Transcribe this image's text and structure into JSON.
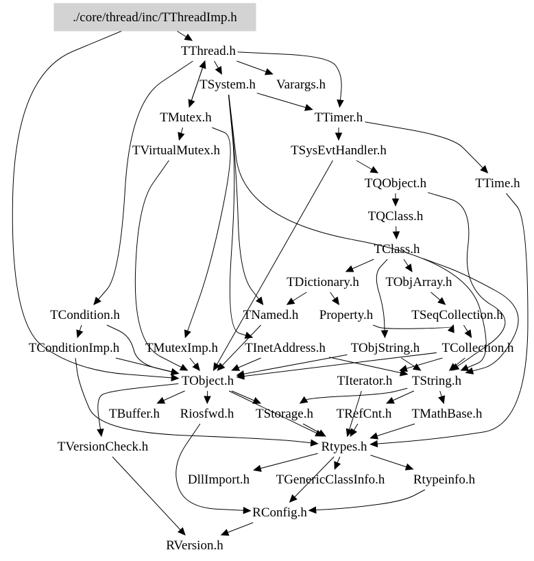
{
  "diagram": {
    "type": "include-dependency-graph",
    "colors": {
      "root_fill": "#d3d3d3",
      "edge": "#000000",
      "text": "#000000",
      "background": "#ffffff"
    },
    "root": "./core/thread/inc/TThreadImp.h",
    "nodes": [
      {
        "id": "root",
        "label": "./core/thread/inc/TThreadImp.h"
      },
      {
        "id": "TThread",
        "label": "TThread.h"
      },
      {
        "id": "TSystem",
        "label": "TSystem.h"
      },
      {
        "id": "Varargs",
        "label": "Varargs.h"
      },
      {
        "id": "TMutex",
        "label": "TMutex.h"
      },
      {
        "id": "TTimer",
        "label": "TTimer.h"
      },
      {
        "id": "TVirtualMutex",
        "label": "TVirtualMutex.h"
      },
      {
        "id": "TSysEvtHandler",
        "label": "TSysEvtHandler.h"
      },
      {
        "id": "TQObject",
        "label": "TQObject.h"
      },
      {
        "id": "TTime",
        "label": "TTime.h"
      },
      {
        "id": "TQClass",
        "label": "TQClass.h"
      },
      {
        "id": "TClass",
        "label": "TClass.h"
      },
      {
        "id": "TDictionary",
        "label": "TDictionary.h"
      },
      {
        "id": "TObjArray",
        "label": "TObjArray.h"
      },
      {
        "id": "TCondition",
        "label": "TCondition.h"
      },
      {
        "id": "TNamed",
        "label": "TNamed.h"
      },
      {
        "id": "Property",
        "label": "Property.h"
      },
      {
        "id": "TSeqCollection",
        "label": "TSeqCollection.h"
      },
      {
        "id": "TConditionImp",
        "label": "TConditionImp.h"
      },
      {
        "id": "TMutexImp",
        "label": "TMutexImp.h"
      },
      {
        "id": "TInetAddress",
        "label": "TInetAddress.h"
      },
      {
        "id": "TObjString",
        "label": "TObjString.h"
      },
      {
        "id": "TCollection",
        "label": "TCollection.h"
      },
      {
        "id": "TObject",
        "label": "TObject.h"
      },
      {
        "id": "TIterator",
        "label": "TIterator.h"
      },
      {
        "id": "TString",
        "label": "TString.h"
      },
      {
        "id": "TBuffer",
        "label": "TBuffer.h"
      },
      {
        "id": "Riosfwd",
        "label": "Riosfwd.h"
      },
      {
        "id": "TStorage",
        "label": "TStorage.h"
      },
      {
        "id": "TRefCnt",
        "label": "TRefCnt.h"
      },
      {
        "id": "TMathBase",
        "label": "TMathBase.h"
      },
      {
        "id": "TVersionCheck",
        "label": "TVersionCheck.h"
      },
      {
        "id": "Rtypes",
        "label": "Rtypes.h"
      },
      {
        "id": "DllImport",
        "label": "DllImport.h"
      },
      {
        "id": "TGenericClassInfo",
        "label": "TGenericClassInfo.h"
      },
      {
        "id": "Rtypeinfo",
        "label": "Rtypeinfo.h"
      },
      {
        "id": "RConfig",
        "label": "RConfig.h"
      },
      {
        "id": "RVersion",
        "label": "RVersion.h"
      }
    ],
    "edges": [
      {
        "from": "root",
        "to": "TThread"
      },
      {
        "from": "root",
        "to": "TObject"
      },
      {
        "from": "TThread",
        "to": "TSystem"
      },
      {
        "from": "TThread",
        "to": "Varargs"
      },
      {
        "from": "TThread",
        "to": "TTimer"
      },
      {
        "from": "TThread",
        "to": "TMutex"
      },
      {
        "from": "TThread",
        "to": "TCondition"
      },
      {
        "from": "TMutex",
        "to": "TThread"
      },
      {
        "from": "TMutex",
        "to": "TVirtualMutex"
      },
      {
        "from": "TMutex",
        "to": "TMutexImp"
      },
      {
        "from": "TSystem",
        "to": "TTimer"
      },
      {
        "from": "TSystem",
        "to": "TInetAddress"
      },
      {
        "from": "TSystem",
        "to": "TNamed"
      },
      {
        "from": "TSystem",
        "to": "TString"
      },
      {
        "from": "TTimer",
        "to": "TSysEvtHandler"
      },
      {
        "from": "TTimer",
        "to": "TTime"
      },
      {
        "from": "TSysEvtHandler",
        "to": "TQObject"
      },
      {
        "from": "TSysEvtHandler",
        "to": "TObject"
      },
      {
        "from": "TQObject",
        "to": "TQClass"
      },
      {
        "from": "TQObject",
        "to": "TString"
      },
      {
        "from": "TQClass",
        "to": "TClass"
      },
      {
        "from": "TClass",
        "to": "TDictionary"
      },
      {
        "from": "TClass",
        "to": "TObjArray"
      },
      {
        "from": "TClass",
        "to": "TObjString"
      },
      {
        "from": "TClass",
        "to": "TString"
      },
      {
        "from": "TDictionary",
        "to": "TNamed"
      },
      {
        "from": "TDictionary",
        "to": "Property"
      },
      {
        "from": "TObjArray",
        "to": "TSeqCollection"
      },
      {
        "from": "TVirtualMutex",
        "to": "TObject"
      },
      {
        "from": "TCondition",
        "to": "TConditionImp"
      },
      {
        "from": "TCondition",
        "to": "TObject"
      },
      {
        "from": "TConditionImp",
        "to": "TObject"
      },
      {
        "from": "TConditionImp",
        "to": "Rtypes"
      },
      {
        "from": "TMutexImp",
        "to": "TObject"
      },
      {
        "from": "TInetAddress",
        "to": "TObject"
      },
      {
        "from": "TInetAddress",
        "to": "TString"
      },
      {
        "from": "TNamed",
        "to": "TObject"
      },
      {
        "from": "Property",
        "to": "TSeqCollection"
      },
      {
        "from": "TSeqCollection",
        "to": "TCollection"
      },
      {
        "from": "TObjString",
        "to": "TObject"
      },
      {
        "from": "TObjString",
        "to": "TString"
      },
      {
        "from": "TCollection",
        "to": "TObject"
      },
      {
        "from": "TCollection",
        "to": "TIterator"
      },
      {
        "from": "TCollection",
        "to": "TString"
      },
      {
        "from": "TObject",
        "to": "TBuffer"
      },
      {
        "from": "TObject",
        "to": "Riosfwd"
      },
      {
        "from": "TObject",
        "to": "TStorage"
      },
      {
        "from": "TObject",
        "to": "TVersionCheck"
      },
      {
        "from": "TObject",
        "to": "Rtypes"
      },
      {
        "from": "TIterator",
        "to": "Rtypes"
      },
      {
        "from": "TString",
        "to": "TRefCnt"
      },
      {
        "from": "TString",
        "to": "TMathBase"
      },
      {
        "from": "TString",
        "to": "TStorage"
      },
      {
        "from": "TStorage",
        "to": "Rtypes"
      },
      {
        "from": "TRefCnt",
        "to": "Rtypes"
      },
      {
        "from": "TMathBase",
        "to": "Rtypes"
      },
      {
        "from": "TTime",
        "to": "Rtypes"
      },
      {
        "from": "Riosfwd",
        "to": "RConfig"
      },
      {
        "from": "Rtypes",
        "to": "DllImport"
      },
      {
        "from": "Rtypes",
        "to": "TGenericClassInfo"
      },
      {
        "from": "Rtypes",
        "to": "Rtypeinfo"
      },
      {
        "from": "Rtypes",
        "to": "RConfig"
      },
      {
        "from": "Rtypeinfo",
        "to": "RConfig"
      },
      {
        "from": "TVersionCheck",
        "to": "RVersion"
      },
      {
        "from": "RConfig",
        "to": "RVersion"
      }
    ]
  }
}
